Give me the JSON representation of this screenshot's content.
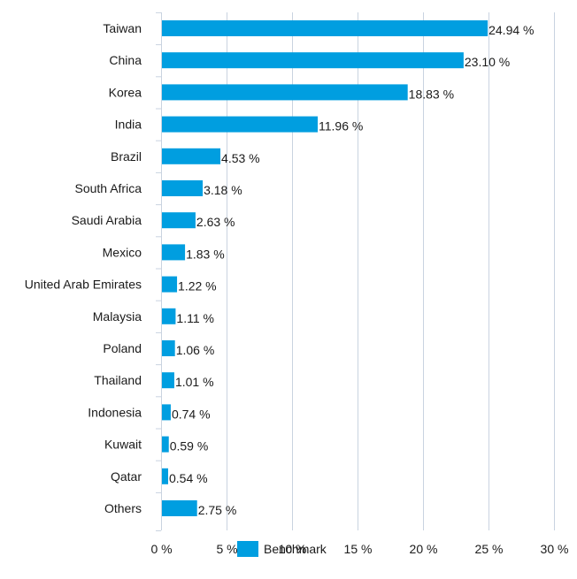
{
  "chart_data": {
    "type": "bar",
    "orientation": "horizontal",
    "categories": [
      "Taiwan",
      "China",
      "Korea",
      "India",
      "Brazil",
      "South Africa",
      "Saudi Arabia",
      "Mexico",
      "United Arab Emirates",
      "Malaysia",
      "Poland",
      "Thailand",
      "Indonesia",
      "Kuwait",
      "Qatar",
      "Others"
    ],
    "series": [
      {
        "name": "Benchmark",
        "values": [
          24.94,
          23.1,
          18.83,
          11.96,
          4.53,
          3.18,
          2.63,
          1.83,
          1.22,
          1.11,
          1.06,
          1.01,
          0.74,
          0.59,
          0.54,
          2.75
        ],
        "data_labels": [
          "24.94 %",
          "23.10 %",
          "18.83 %",
          "11.96 %",
          "4.53 %",
          "3.18 %",
          "2.63 %",
          "1.83 %",
          "1.22 %",
          "1.11 %",
          "1.06 %",
          "1.01 %",
          "0.74 %",
          "0.59 %",
          "0.54 %",
          "2.75 %"
        ],
        "color": "#009ee0"
      }
    ],
    "xlim": [
      0,
      30
    ],
    "xticks": [
      0,
      5,
      10,
      15,
      20,
      25,
      30
    ],
    "xtick_labels": [
      "0 %",
      "5 %",
      "10 %",
      "15 %",
      "20 %",
      "25 %",
      "30 %"
    ],
    "grid": true,
    "legend_position": "bottom",
    "title": "",
    "xlabel": "",
    "ylabel": ""
  },
  "colors": {
    "bar": "#009ee0",
    "grid": "#c9d3e0",
    "text": "#1a1a1a"
  }
}
